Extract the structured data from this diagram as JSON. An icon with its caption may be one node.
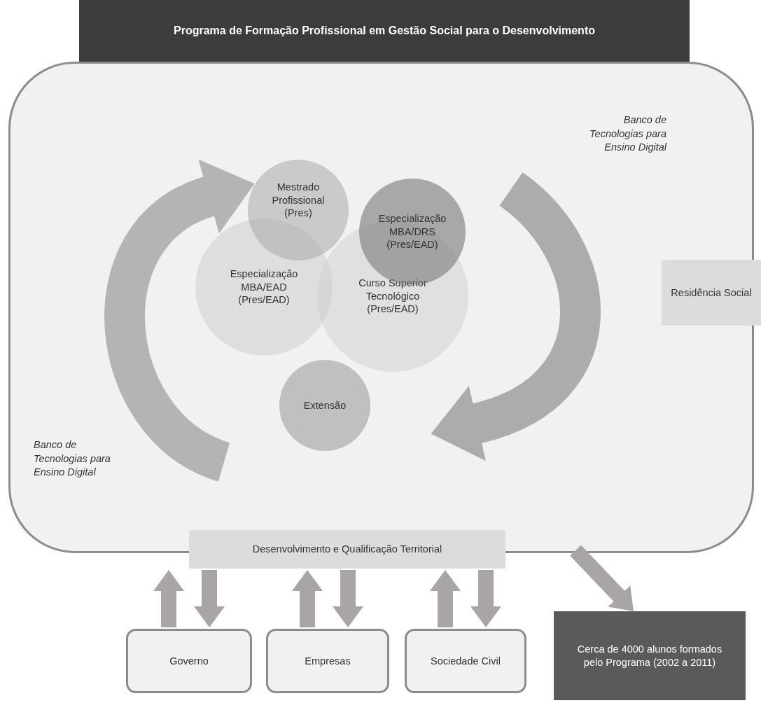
{
  "diagram": {
    "nodes": [
      {
        "text": [
          "Programa de Formação Profissional em Gestão Social para o Desenvolvimento"
        ]
      },
      {
        "text": [
          "Mestrado Profissional (Pres)"
        ],
        "in": 0
      },
      {
        "text": [
          "Especialização MBA/DRS (Pres/EAD)"
        ],
        "in": 0
      },
      {
        "text": [
          "Especialização MBA/EAD (Pres/EAD)"
        ],
        "in": 0
      },
      {
        "text": [
          "Curso Superior Tecnológico (Pres/EAD)"
        ],
        "in": 0
      },
      {
        "text": [
          "Extensão"
        ],
        "in": 0
      },
      {
        "text": [
          "Residência Social"
        ]
      },
      {
        "text": [
          "Desenvolvimento e Qualificação Territorial"
        ]
      },
      {
        "text": [
          "Governo"
        ]
      },
      {
        "text": [
          "Empresas"
        ]
      },
      {
        "text": [
          "Sociedade Civil"
        ]
      },
      {
        "text": [
          "Cerca de 4000 alunos formados pelo Programa (2002 a 2011)"
        ]
      }
    ],
    "edges": [
      {
        "from": 8,
        "to": 7,
        "arrow": "to"
      },
      {
        "from": 7,
        "to": 8,
        "arrow": "to"
      },
      {
        "from": 9,
        "to": 7,
        "arrow": "to"
      },
      {
        "from": 7,
        "to": 9,
        "arrow": "to"
      },
      {
        "from": 10,
        "to": 7,
        "arrow": "to"
      },
      {
        "from": 7,
        "to": 10,
        "arrow": "to"
      },
      {
        "from": 0,
        "to": 11,
        "arrow": "to"
      }
    ],
    "labels": [
      "Banco de Tecnologias para Ensino Digital",
      "Banco de Tecnologias para Ensino Digital"
    ]
  }
}
